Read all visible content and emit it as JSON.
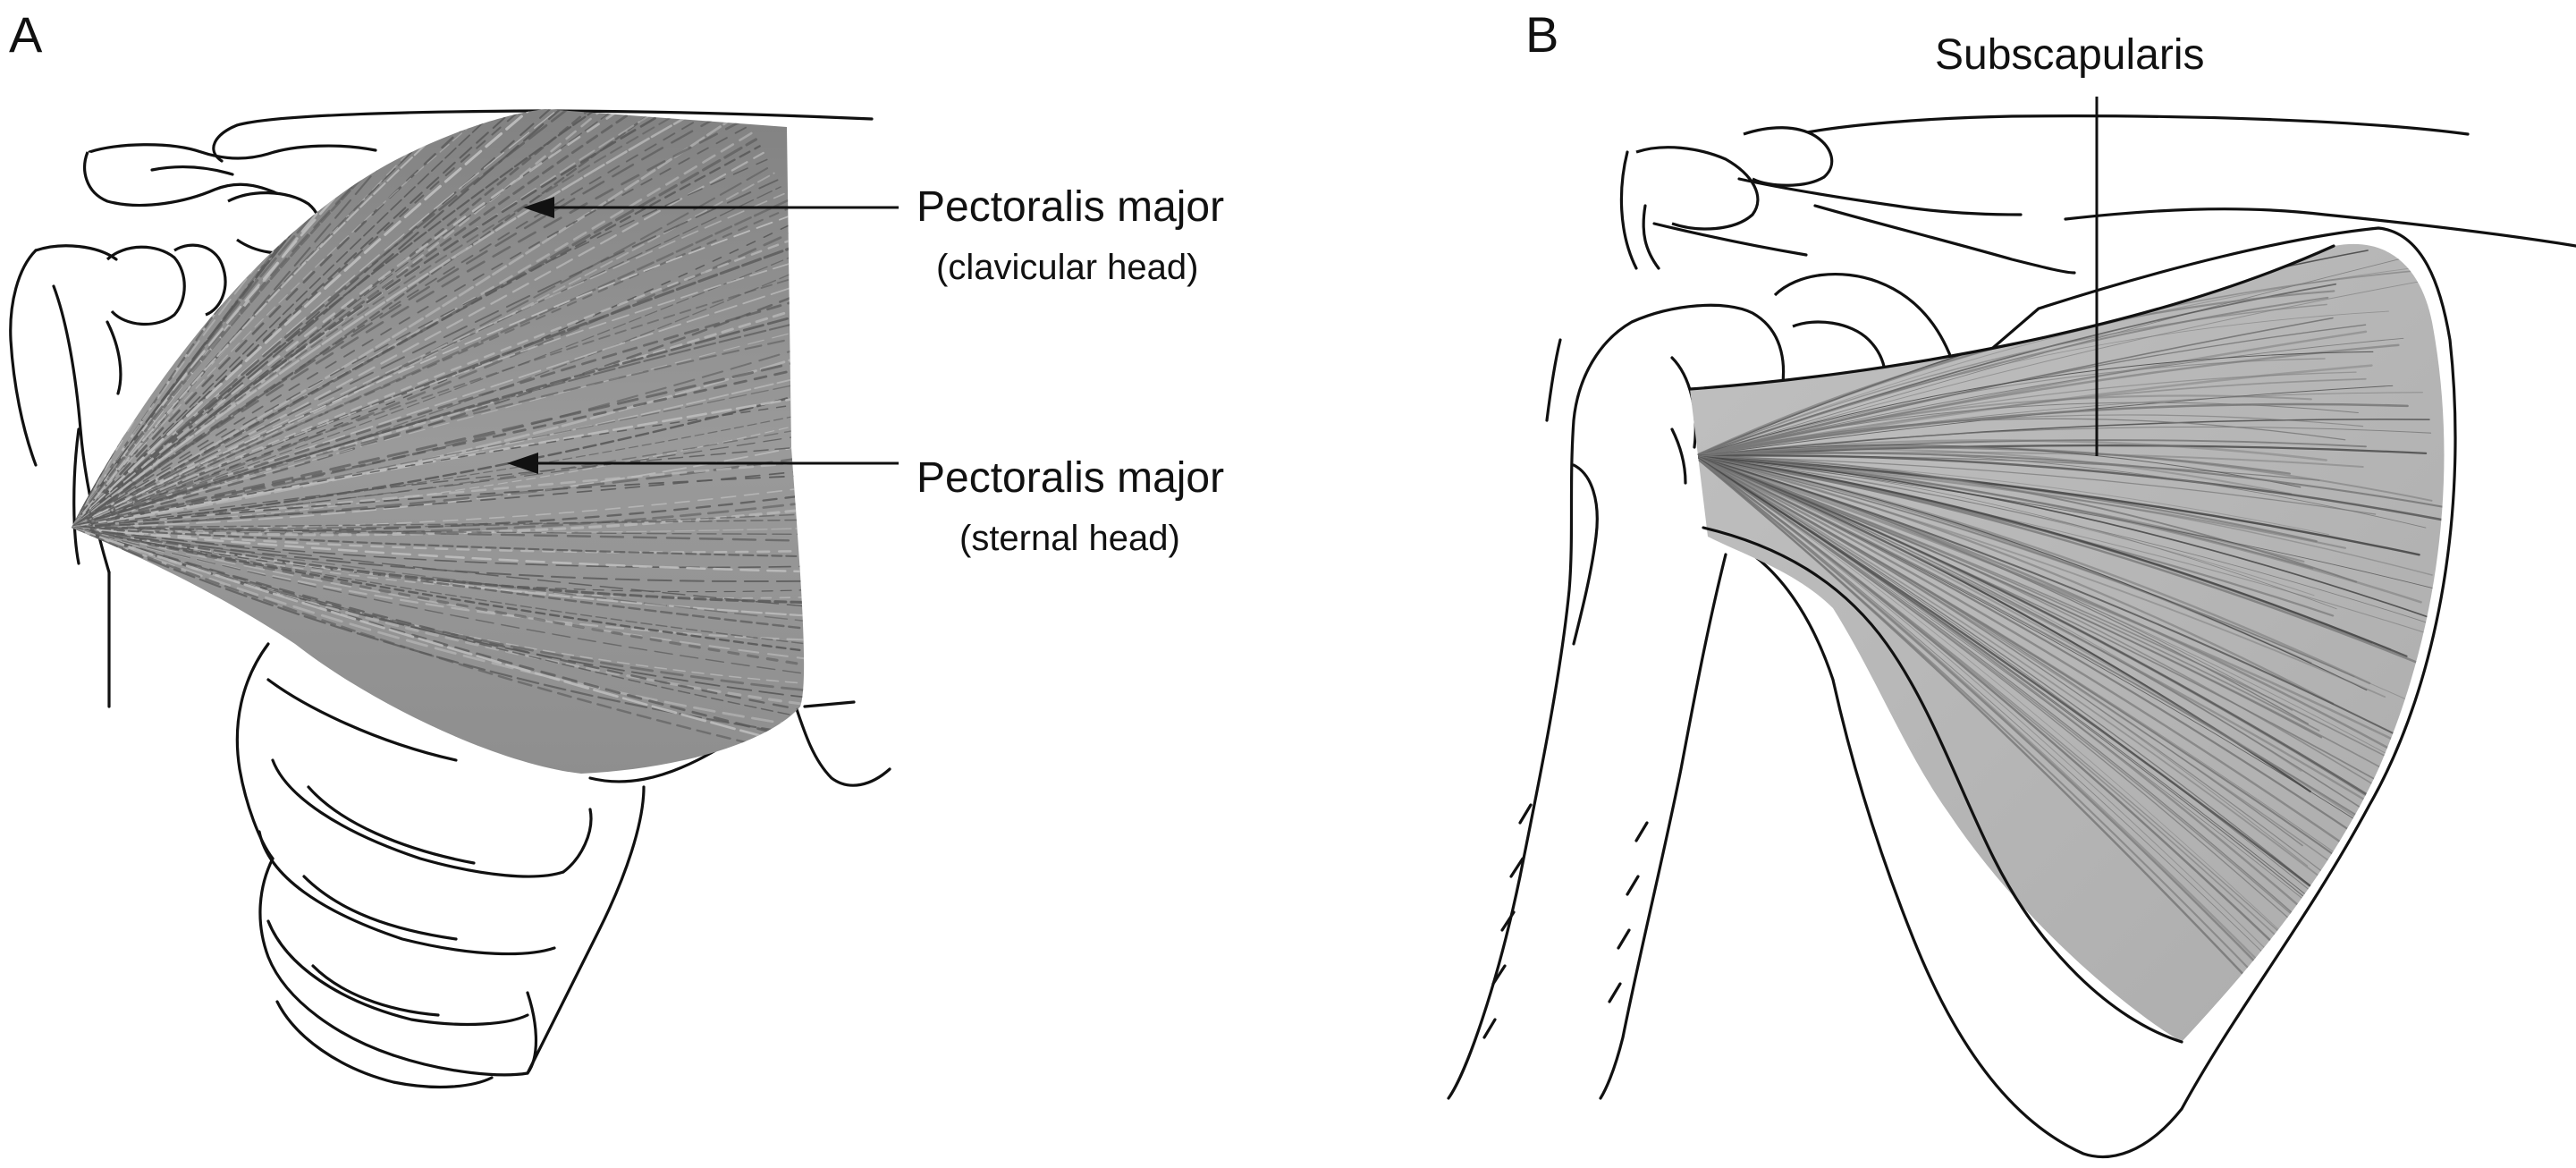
{
  "panels": {
    "a": {
      "letter": "A",
      "labels": [
        {
          "main": "Pectoralis major",
          "sub": "(clavicular head)"
        },
        {
          "main": "Pectoralis major",
          "sub": "(sternal head)"
        }
      ]
    },
    "b": {
      "letter": "B",
      "labels": [
        {
          "main": "Subscapularis"
        }
      ]
    }
  },
  "colors": {
    "line": "#111111",
    "muscle_dark": "#5a5a5a",
    "muscle_light": "#bdbdbd",
    "background": "#ffffff"
  }
}
